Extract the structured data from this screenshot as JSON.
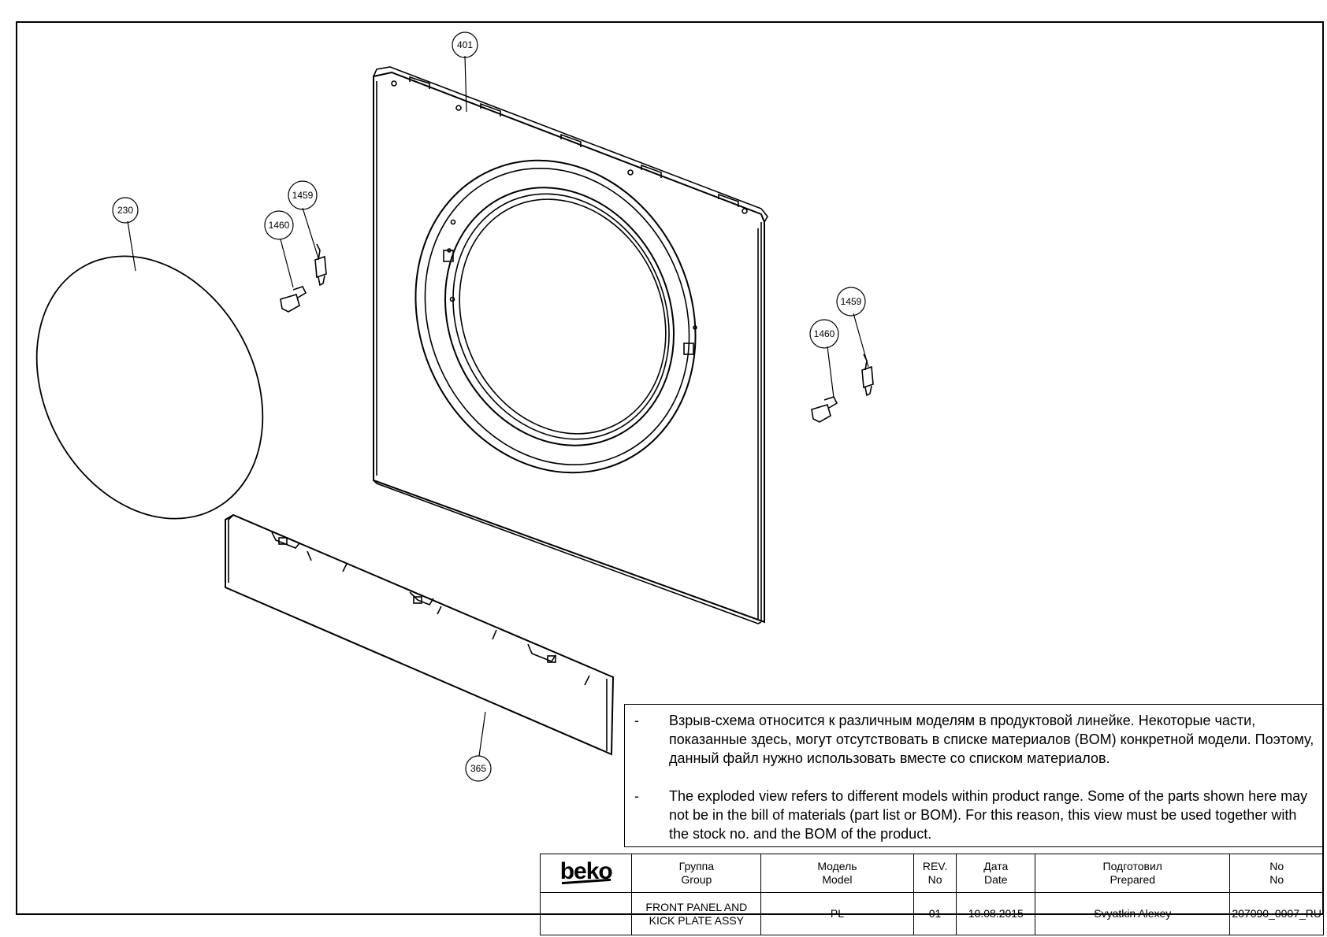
{
  "callouts": {
    "c401": "401",
    "c230": "230",
    "c1459_left": "1459",
    "c1460_left": "1460",
    "c1459_right": "1459",
    "c1460_right": "1460",
    "c365": "365"
  },
  "notes": [
    {
      "dash": "-",
      "text": "Взрыв-схема относится к различным моделям в продуктовой линейке. Некоторые части, показанные здесь, могут отсутствовать в списке материалов (BOM) конкретной модели. Поэтому, данный файл нужно использовать вместе со списком материалов."
    },
    {
      "dash": "-",
      "text": "The exploded view refers to different models within product range. Some of the parts shown here may not be in the bill of materials (part list or BOM). For this reason, this view must be used together with the stock no. and the BOM of the product."
    }
  ],
  "title_block": {
    "logo": "beko",
    "group_ru": "Группа",
    "group_en": "Group",
    "model_ru": "Модель",
    "model_en": "Model",
    "rev_1": "REV.",
    "rev_2": "No",
    "date_ru": "Дата",
    "date_en": "Date",
    "prepared_ru": "Подготовил",
    "prepared_en": "Prepared",
    "no_ru": "No",
    "no_en": "No",
    "group_value_1": "FRONT PANEL AND",
    "group_value_2": "KICK PLATE ASSY",
    "model_value": "PL",
    "rev_value": "01",
    "date_value": "10.08.2015",
    "prepared_value": "Svyatkin Alexey",
    "no_value": "207090_0007_RU"
  }
}
